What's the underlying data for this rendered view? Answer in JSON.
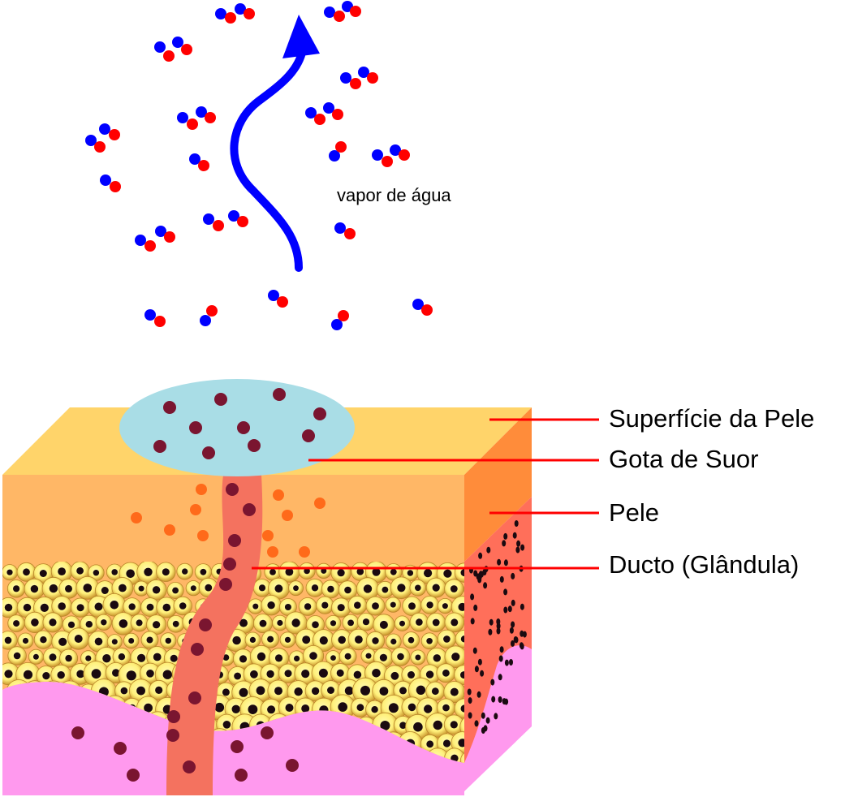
{
  "vapor_label": "vapor de água",
  "labels": {
    "surface": "Superfície da Pele",
    "drop": "Gota de Suor",
    "skin": "Pele",
    "duct": "Ducto (Glândula)"
  },
  "colors": {
    "oxygen": "#ff0000",
    "hydrogen": "#0000ff",
    "arrow": "#0000ff",
    "top_face": "#ffd46a",
    "skin_layer": "#ffb766",
    "side_face": "#ff8c3a",
    "side_lower": "#ff6f5a",
    "dermis_pink": "#ff99ee",
    "sweat_drop": "#a9dde6",
    "duct": "#f4725f",
    "sweat_particle": "#7a1530",
    "orange_dot": "#ff6a1a",
    "fat_cell": "#fff58a",
    "fat_cell_edge": "#c99a20",
    "leader_line": "#ff0000"
  }
}
